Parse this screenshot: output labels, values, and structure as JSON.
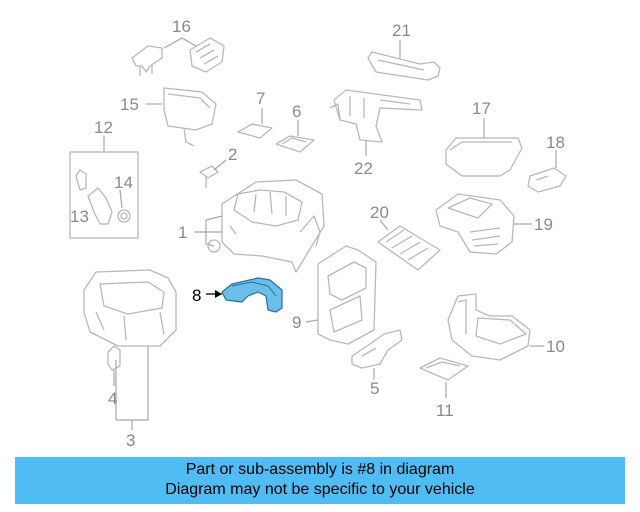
{
  "diagram": {
    "callouts": [
      "16",
      "21",
      "15",
      "7",
      "6",
      "17",
      "12",
      "2",
      "22",
      "18",
      "14",
      "13",
      "1",
      "20",
      "19",
      "8",
      "9",
      "10",
      "5",
      "4",
      "11",
      "3"
    ],
    "highlighted_part": "8"
  },
  "colors": {
    "highlight_fill": "#6cbde8",
    "highlight_stroke": "#2a6f9a",
    "caption_bg": "#4fbdf4",
    "line_art": "#b8b8b8",
    "callout_text": "#8a8a8a"
  },
  "caption": {
    "line1": "Part or sub-assembly is #8 in diagram",
    "line2": "Diagram may not be specific to your vehicle"
  }
}
